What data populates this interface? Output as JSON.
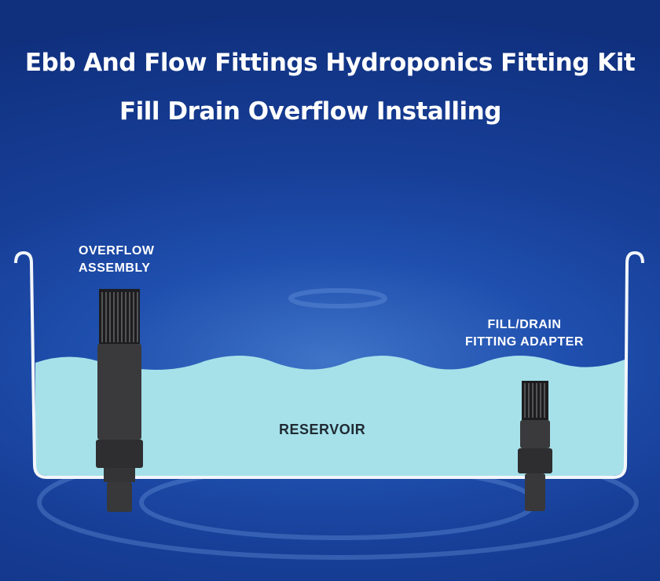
{
  "title_line1": "Ebb And Flow Fittings Hydroponics Fitting Kit",
  "title_line2": "Fill Drain Overflow Installing",
  "labels": {
    "overflow": [
      "OVERFLOW",
      "ASSEMBLY"
    ],
    "fill_drain": [
      "FILL/DRAIN",
      "FITTING ADAPTER"
    ],
    "reservoir": "RESERVOIR"
  },
  "colors": {
    "water": "#a6e1ea",
    "fitting": "#3a3a3c",
    "tray": "#f2f6fa"
  }
}
